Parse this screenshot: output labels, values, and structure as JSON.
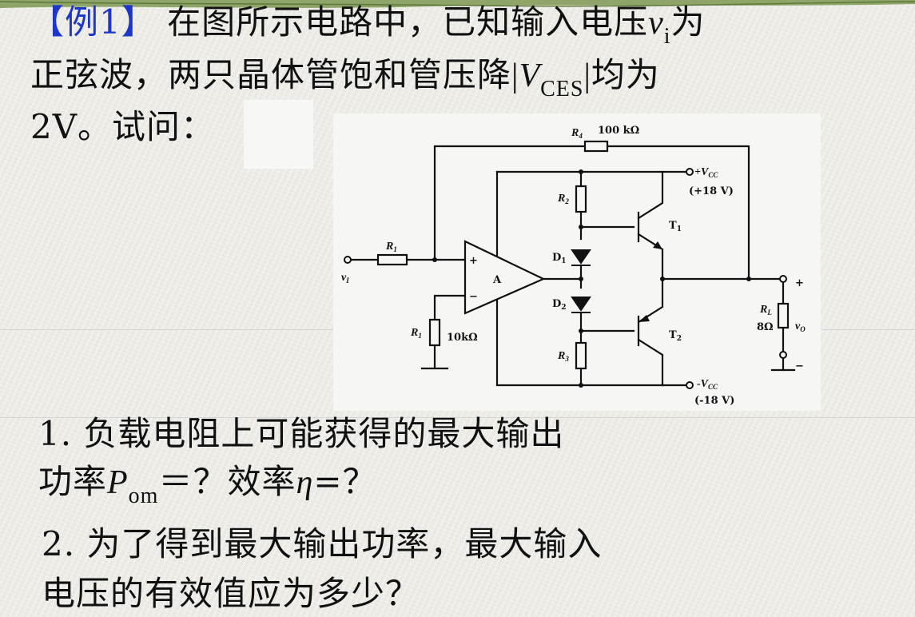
{
  "problem": {
    "tag": "【例1】",
    "line1_text": "在图所示电路中，已知输入电压",
    "line1_var": "v",
    "line1_var_sub": "i",
    "line1_end": "为",
    "line2_text": "正弦波，两只晶体管饱和管压降",
    "line2_bar_left": "|",
    "line2_var": "V",
    "line2_var_sub": "CES",
    "line2_bar_right": "|",
    "line2_end": "均为",
    "line3_text": "2V。试问："
  },
  "questions": {
    "q1_line1": "1. 负载电阻上可能获得的最大输出",
    "q1_line2_a": "功率",
    "q1_var": "P",
    "q1_var_sub": "om",
    "q1_line2_b": "＝？效率",
    "q1_eta": "η",
    "q1_line2_c": "=？",
    "q2_line1": "2. 为了得到最大输出功率，最大输入",
    "q2_line2": "电压的有效值应为多少？"
  },
  "circuit": {
    "r4_label": "R",
    "r4_sub": "4",
    "r4_value": "100 kΩ",
    "vcc_pos_label": "+V",
    "vcc_sub": "CC",
    "vcc_pos_value": "(+18 V)",
    "vcc_neg_label": "-V",
    "vcc_neg_value": "(-18 V)",
    "r2_label": "R",
    "r2_sub": "2",
    "r3_label": "R",
    "r3_sub": "3",
    "r1_label": "R",
    "r1_sub": "1",
    "rb_label": "R",
    "rb_sub": "1",
    "rb_value": "10kΩ",
    "d1_label": "D",
    "d1_sub": "1",
    "d2_label": "D",
    "d2_sub": "2",
    "opamp_label": "A",
    "plus_sign": "+",
    "minus_sign": "−",
    "t1_label": "T",
    "t1_sub": "1",
    "t2_label": "T",
    "t2_sub": "2",
    "vi_label": "v",
    "vi_sub": "I",
    "rl_label": "R",
    "rl_sub": "L",
    "rl_value": "8Ω",
    "vo_label": "v",
    "vo_sub": "O",
    "out_plus": "+",
    "out_minus": "−"
  }
}
